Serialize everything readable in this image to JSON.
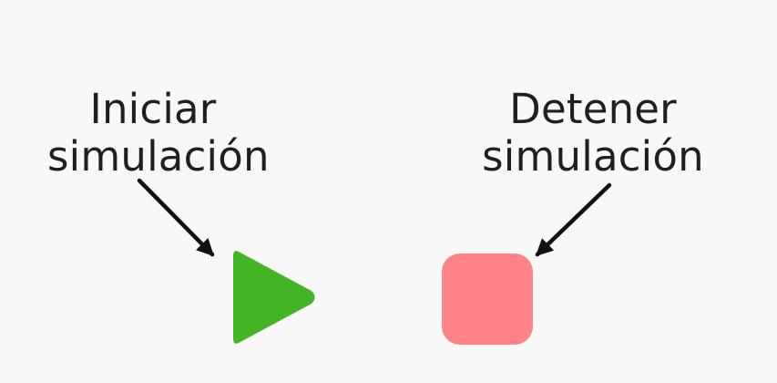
{
  "start": {
    "label_line1": "Iniciar",
    "label_line2": "simulación",
    "icon": "play-icon",
    "color": "#44b626"
  },
  "stop": {
    "label_line1": "Detener",
    "label_line2": "simulación",
    "icon": "stop-icon",
    "color": "#ff8387"
  },
  "arrow_color": "#111111"
}
